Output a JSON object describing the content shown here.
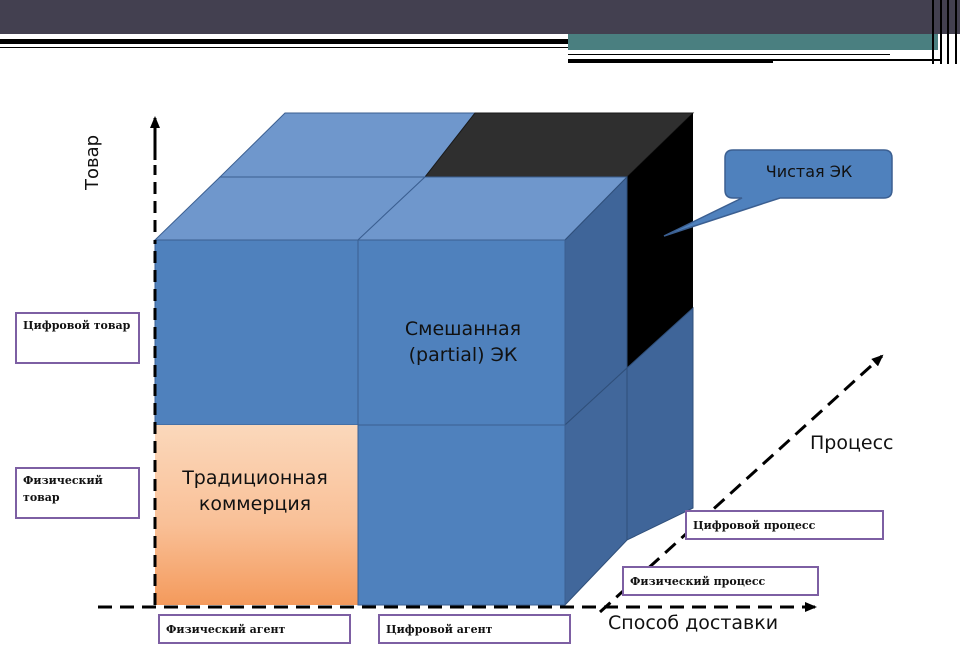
{
  "axes": {
    "vertical": "Товар",
    "depth": "Процесс",
    "horizontal": "Способ доставки"
  },
  "faces": {
    "mixed": "Смешанная (partial) ЭК",
    "traditional": "Традиционная коммерция"
  },
  "callout": "Чистая ЭК",
  "labels": {
    "digital_product": "Цифровой товар",
    "physical_product": "Физический товар",
    "physical_agent": "Физический агент",
    "digital_agent": "Цифровой агент",
    "digital_process": "Цифровой процесс",
    "physical_process": "Физический процесс"
  },
  "colors": {
    "front": "#4f81bd",
    "top": "#6f97cc",
    "side": "#3f6599",
    "pure": "#000000",
    "traditional_top": "#fbd5b5",
    "traditional_bottom": "#f7a46a",
    "label_border": "#7d5fa3",
    "header": "#434050",
    "teal": "#4a7f80"
  }
}
